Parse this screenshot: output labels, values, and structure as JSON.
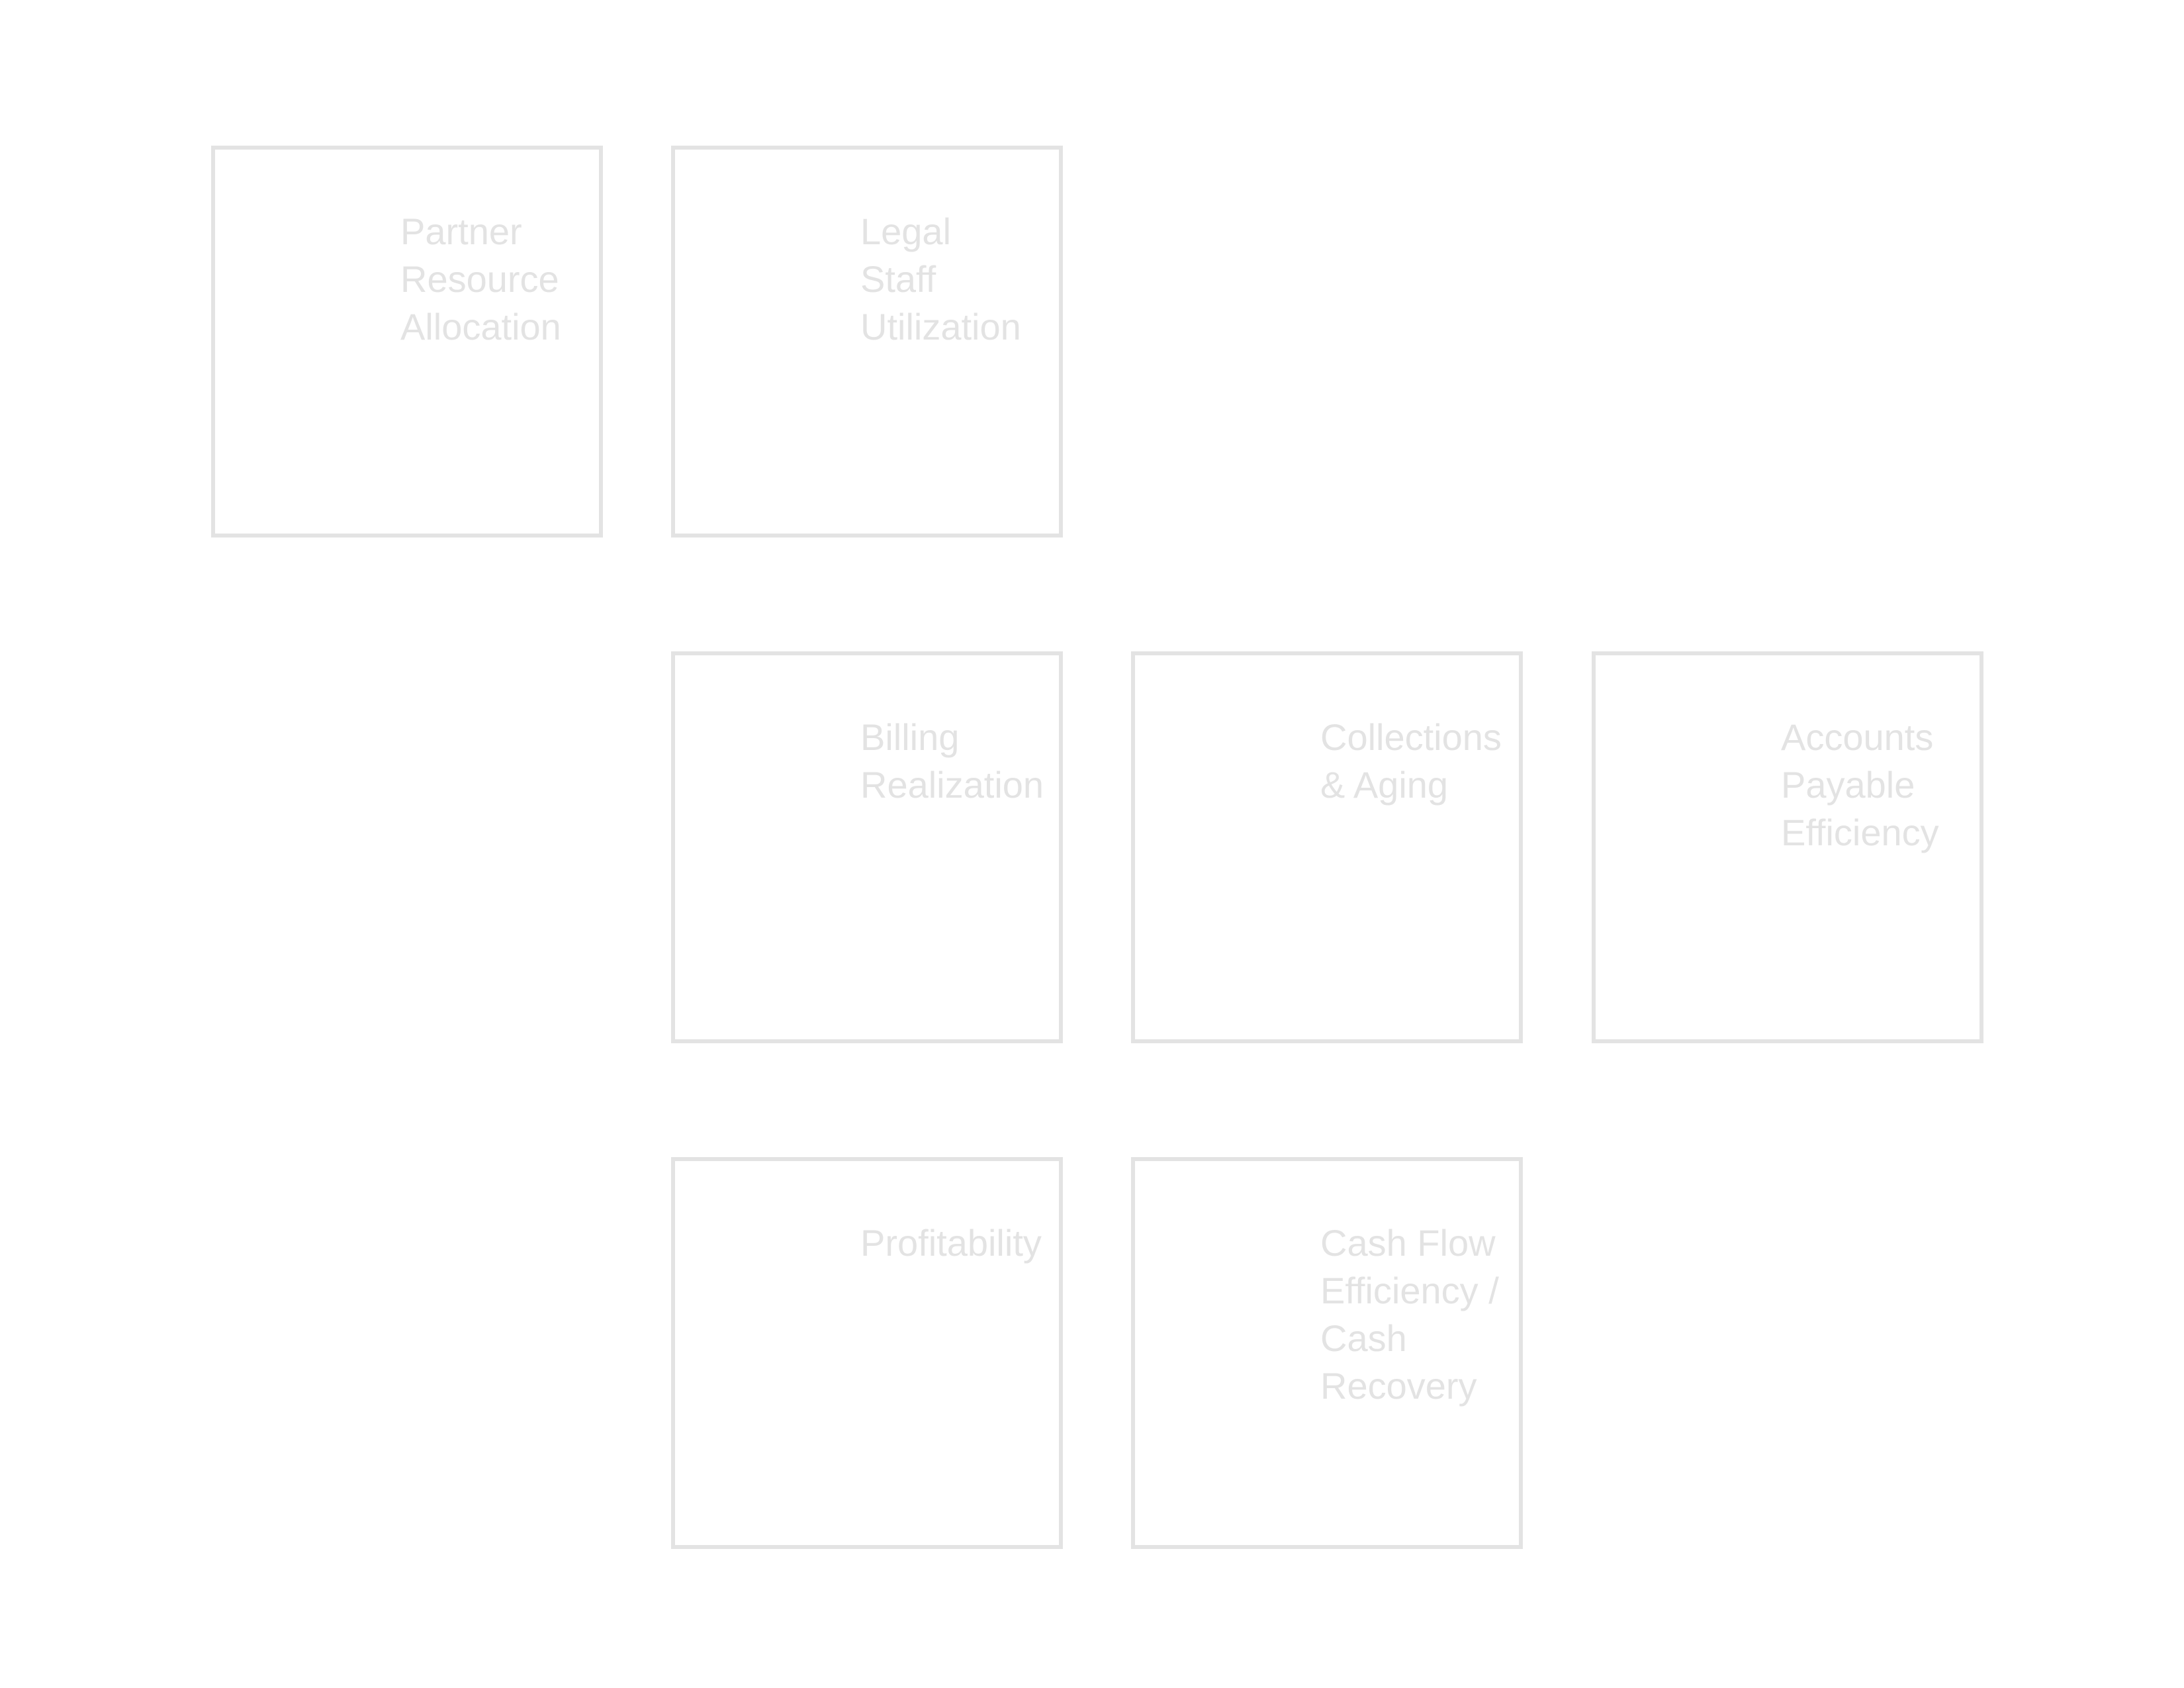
{
  "tiles": [
    {
      "label": "Partner\nResource\nAllocation"
    },
    {
      "label": "Legal\nStaff\nUtilization"
    },
    {
      "label": "Billing\nRealization"
    },
    {
      "label": "Collections\n& Aging"
    },
    {
      "label": "Accounts\nPayable\nEfficiency"
    },
    {
      "label": "Profitability"
    },
    {
      "label": "Cash Flow\nEfficiency /\nCash\nRecovery"
    }
  ]
}
